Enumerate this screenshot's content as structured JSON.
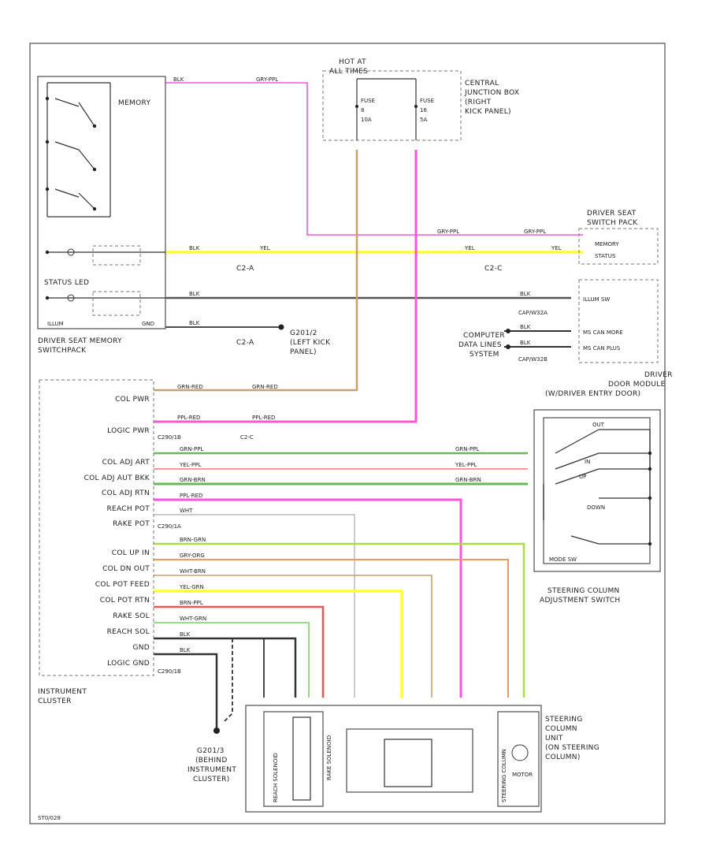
{
  "labels": {
    "hot": "HOT AT",
    "hot2": "ALL TIMES",
    "cjb1": "CENTRAL",
    "cjb2": "JUNCTION BOX",
    "cjb3": "(RIGHT",
    "cjb4": "KICK PANEL)",
    "fuse1a": "FUSE",
    "fuse1b": "8",
    "fuse1c": "10A",
    "fuse2a": "FUSE",
    "fuse2b": "16",
    "fuse2c": "5A",
    "memory": "MEMORY",
    "status_led": "STATUS LED",
    "illum": "ILLUM",
    "gnd": "GND",
    "dsm1": "DRIVER SEAT MEMORY",
    "dsm2": "SWITCHPACK",
    "c2a": "C2-A",
    "c2c": "C2-C",
    "c2a_b": "C2-A",
    "g201a": "G201/2",
    "g201b": "(LEFT KICK",
    "g201c": "PANEL)",
    "dsp1": "DRIVER SEAT",
    "dsp2": "SWITCH PACK",
    "dsp_memory": "MEMORY",
    "dsp_status": "STATUS",
    "illum_sw": "ILLUM SW",
    "ms_cmore": "MS CAN MORE",
    "ms_cplus": "MS CAN PLUS",
    "cdl1": "COMPUTER",
    "cdl2": "DATA LINES",
    "cdl3": "SYSTEM",
    "dcm1": "DRIVER",
    "dcm2": "DOOR MODULE",
    "dcm3": "(W/DRIVER ENTRY DOOR)",
    "cap1": "CAP/W32A",
    "cap2": "CAP/W32B",
    "pins": [
      {
        "t": "COL PWR"
      },
      {
        "t": "LOGIC PWR"
      },
      {
        "t": "COL ADJ ART"
      },
      {
        "t": "COL ADJ AUT BKK"
      },
      {
        "t": "COL ADJ RTN"
      },
      {
        "t": "REACH POT"
      },
      {
        "t": "RAKE POT"
      },
      {
        "t": "COL UP IN"
      },
      {
        "t": "COL DN OUT"
      },
      {
        "t": "COL POT FEED"
      },
      {
        "t": "COL POT RTN"
      },
      {
        "t": "RAKE SOL"
      },
      {
        "t": "REACH SOL"
      },
      {
        "t": "GND"
      },
      {
        "t": "LOGIC GND"
      }
    ],
    "c290b_1": "C290/1B",
    "c290b_2": "C290/1A",
    "c290b_3": "C290/1B",
    "ic1": "INSTRUMENT",
    "ic2": "CLUSTER",
    "g2a": "G201/3",
    "g2b": "(BEHIND",
    "g2c": "INSTRUMENT",
    "g2d": "CLUSTER)",
    "scas1": "STEERING COLUMN",
    "scas2": "ADJUSTMENT SWITCH",
    "scu1": "STEERING",
    "scu2": "COLUMN",
    "scu3": "UNIT",
    "scu4": "(ON STEERING",
    "scu5": "COLUMN)",
    "out": "OUT",
    "in": "IN",
    "up": "UP",
    "down": "DOWN",
    "mode_sw": "MODE SW",
    "reach_solenoid": "REACH SOLENOID",
    "rake_solenoid": "RAKE SOLENOID",
    "steering_col": "STEERING COLUMN",
    "motor": "MOTOR",
    "footer": "ST0/028"
  },
  "wire_labels": {
    "gry_ppl": "GRY-PPL",
    "blk": "BLK",
    "yel": "YEL",
    "grn_red": "GRN-RED",
    "ppl_red": "PPL-RED",
    "grn_ppl": "GRN-PPL",
    "yel_ppl": "YEL-PPL",
    "grn_brn": "GRN-BRN",
    "wht": "WHT",
    "brn_grn": "BRN-GRN",
    "gry_org": "GRY-ORG",
    "wht_brn": "WHT-BRN",
    "yel_grn": "YEL-GRN",
    "brn_ppl": "BRN-PPL",
    "wht_grn": "WHT-GRN"
  },
  "colors": {
    "magenta": "#ff55dd",
    "tan": "#c8a06a",
    "yellow": "#ffff33",
    "dark": "#555555",
    "green": "#66bb55",
    "pink": "#ff9999",
    "lime": "#aadd44",
    "red": "#ee5555",
    "orange": "#ee9966",
    "grey": "#bbbbbb"
  }
}
